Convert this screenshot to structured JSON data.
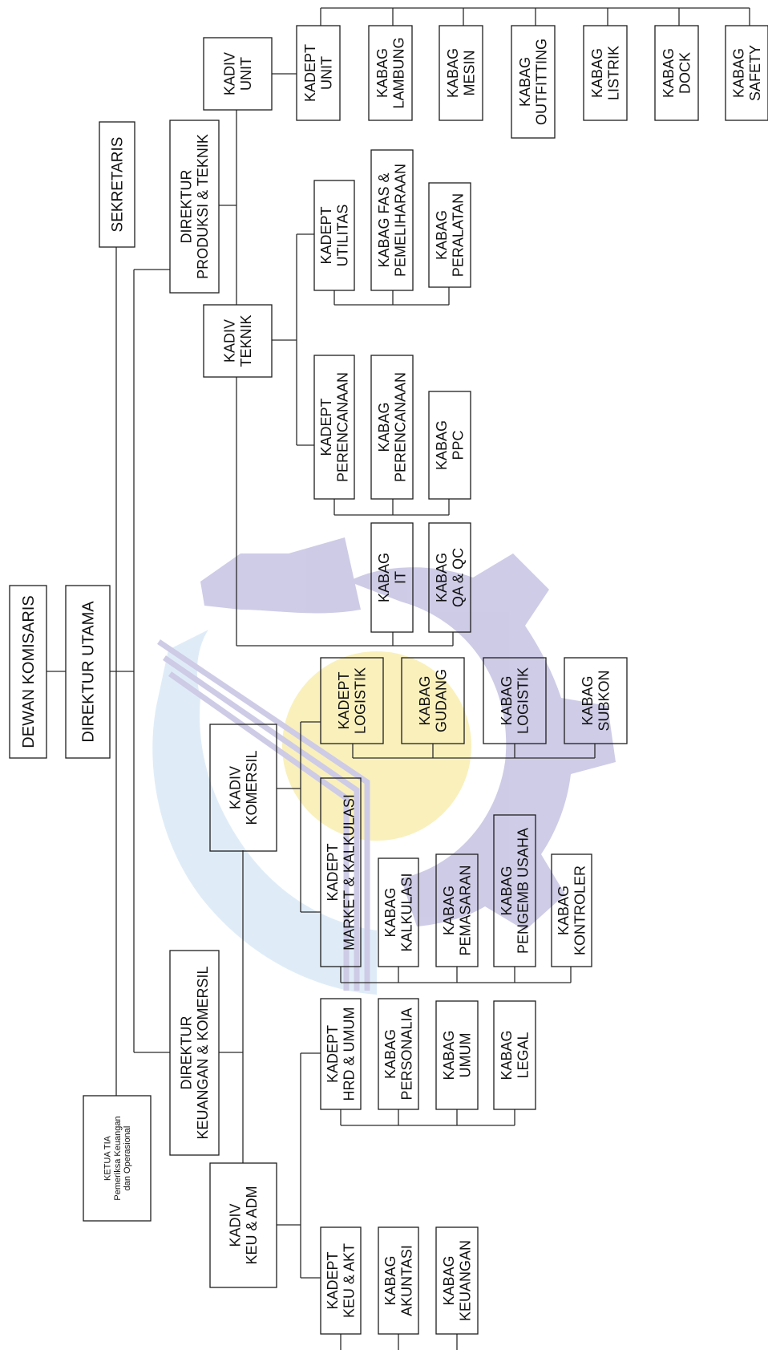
{
  "colors": {
    "line": "#2b2b2b",
    "text": "#111111",
    "logo_purple": "#c9c6e4",
    "logo_blue": "#dcebf8",
    "logo_yellow": "#f7eba8"
  },
  "logo": {
    "icon": "shipyard-gear-sun-logo-watermark"
  },
  "top": {
    "dewan_komisaris": "DEWAN KOMISARIS",
    "direktur_utama": "DIREKTUR UTAMA",
    "sekretaris": "SEKRETARIS",
    "ketua_tia": {
      "l1": "KETUA TIA",
      "l2": "Pemeriksa Keuangan",
      "l3": "dan Operasional"
    }
  },
  "direktur_produksi": {
    "l1": "DIREKTUR",
    "l2": "PRODUKSI & TEKNIK"
  },
  "direktur_keuangan": {
    "l1": "DIREKTUR",
    "l2": "KEUANGAN & KOMERSIL"
  },
  "kadiv_unit": {
    "title": {
      "l1": "KADIV",
      "l2": "UNIT"
    },
    "kadept": {
      "l1": "KADEPT",
      "l2": "UNIT"
    },
    "kabag": [
      {
        "l1": "KABAG",
        "l2": "LAMBUNG"
      },
      {
        "l1": "KABAG",
        "l2": "MESIN"
      },
      {
        "l1": "KABAG",
        "l2": "OUTFITTING"
      },
      {
        "l1": "KABAG",
        "l2": "LISTRIK"
      },
      {
        "l1": "KABAG",
        "l2": "DOCK"
      },
      {
        "l1": "KABAG",
        "l2": "SAFETY"
      }
    ]
  },
  "kadiv_teknik": {
    "title": {
      "l1": "KADIV",
      "l2": "TEKNIK"
    },
    "utilitas": {
      "kadept": {
        "l1": "KADEPT",
        "l2": "UTILITAS"
      },
      "kabag": [
        {
          "l1": "KABAG FAS &",
          "l2": "PEMELIHARAAN"
        },
        {
          "l1": "KABAG",
          "l2": "PERALATAN"
        }
      ]
    },
    "perencanaan": {
      "kadept": {
        "l1": "KADEPT",
        "l2": "PERENCANAAN"
      },
      "kabag": [
        {
          "l1": "KABAG",
          "l2": "PERENCANAAN"
        },
        {
          "l1": "KABAG",
          "l2": "PPC"
        }
      ]
    },
    "kabag_it": {
      "l1": "KABAG",
      "l2": "IT"
    },
    "kabag_qa": {
      "l1": "KABAG",
      "l2": "QA & QC"
    }
  },
  "kadiv_komersil": {
    "title": {
      "l1": "KADIV",
      "l2": "KOMERSIL"
    },
    "logistik": {
      "kadept": {
        "l1": "KADEPT",
        "l2": "LOGISTIK"
      },
      "kabag": [
        {
          "l1": "KABAG",
          "l2": "GUDANG"
        },
        {
          "l1": "KABAG",
          "l2": "LOGISTIK"
        },
        {
          "l1": "KABAG",
          "l2": "SUBKON"
        }
      ]
    },
    "market": {
      "kadept": {
        "l1": "KADEPT",
        "l2": "MARKET & KALKULASI"
      },
      "kabag": [
        {
          "l1": "KABAG",
          "l2": "KALKULASI"
        },
        {
          "l1": "KABAG",
          "l2": "PEMASARAN"
        },
        {
          "l1": "KABAG",
          "l2": "PENGEMB USAHA"
        },
        {
          "l1": "KABAG",
          "l2": "KONTROLER"
        }
      ]
    }
  },
  "kadiv_keu": {
    "title": {
      "l1": "KADIV",
      "l2": "KEU & ADM"
    },
    "hrd": {
      "kadept": {
        "l1": "KADEPT",
        "l2": "HRD & UMUM"
      },
      "kabag": [
        {
          "l1": "KABAG",
          "l2": "PERSONALIA"
        },
        {
          "l1": "KABAG",
          "l2": "UMUM"
        },
        {
          "l1": "KABAG",
          "l2": "LEGAL"
        }
      ]
    },
    "keu": {
      "kadept": {
        "l1": "KADEPT",
        "l2": "KEU & AKT"
      },
      "kabag": [
        {
          "l1": "KABAG",
          "l2": "AKUNTASI"
        },
        {
          "l1": "KABAG",
          "l2": "KEUANGAN"
        }
      ]
    }
  }
}
